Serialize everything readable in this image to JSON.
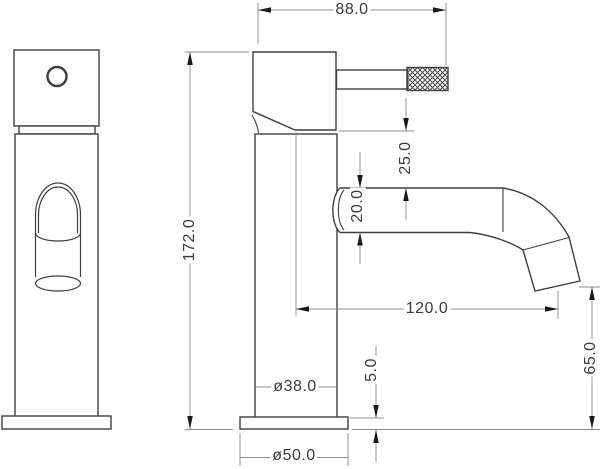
{
  "drawing": {
    "dims": {
      "top_width": "88.0",
      "total_height": "172.0",
      "handle_clearance": "25.0",
      "spout_tube_diameter": "20.0",
      "spout_reach": "120.0",
      "outlet_height": "65.0",
      "base_plate_thickness": "5.0",
      "body_diameter": "ø38.0",
      "base_diameter": "ø50.0"
    },
    "colors": {
      "outline": "#3f3f3f",
      "dimension_line": "#8c8c8c",
      "arrow": "#1a1a1a",
      "text": "#3a3a3a",
      "background": "#ffffff"
    }
  }
}
